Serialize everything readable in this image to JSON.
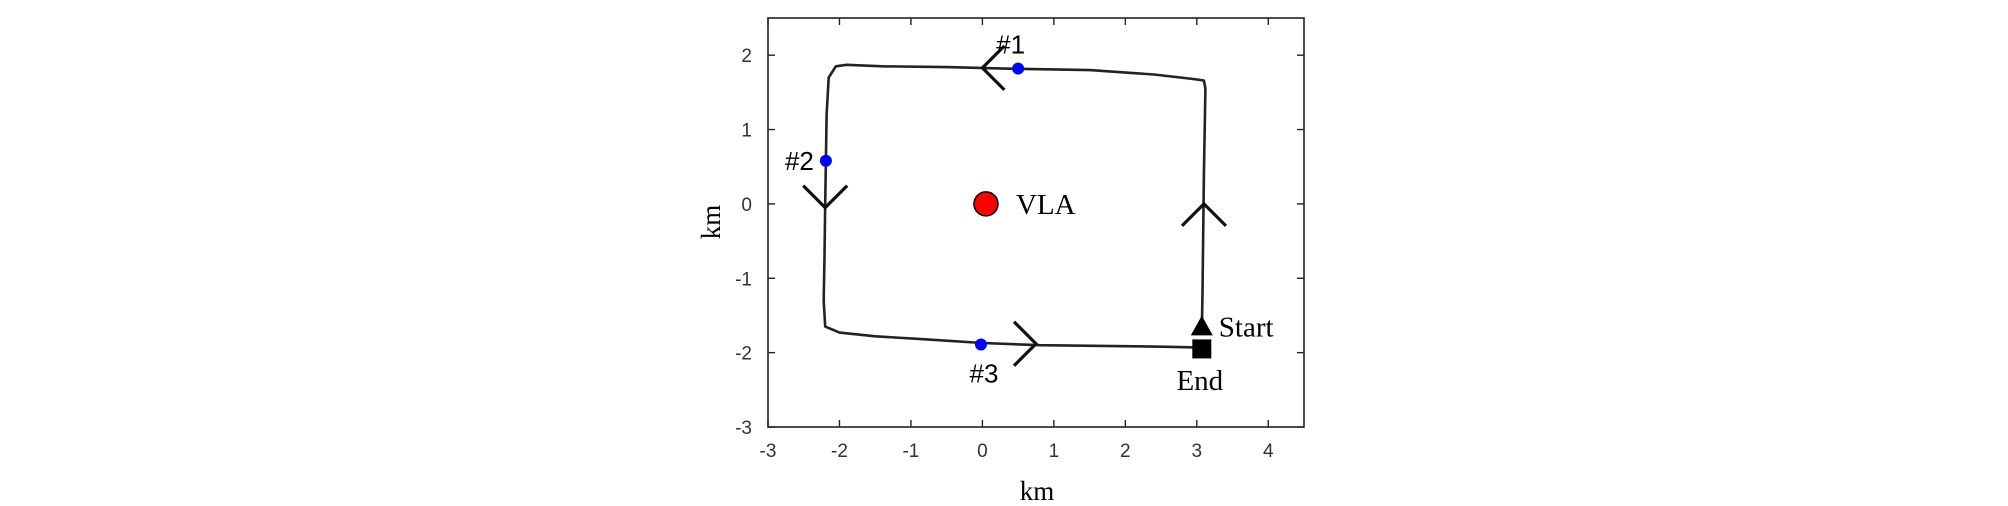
{
  "chart_data": {
    "type": "line",
    "title": "",
    "xlabel": "km",
    "ylabel": "km",
    "xlim": [
      -3,
      4.5
    ],
    "ylim": [
      -3,
      2.5
    ],
    "xticks": [
      -3,
      -2,
      -1,
      0,
      1,
      2,
      3,
      4
    ],
    "yticks": [
      -3,
      -2,
      -1,
      0,
      1,
      2
    ],
    "grid": false,
    "path": {
      "name": "",
      "color": "#222222",
      "points": [
        [
          3.07,
          -1.72
        ],
        [
          3.08,
          -1.2
        ],
        [
          3.09,
          -0.4
        ],
        [
          3.1,
          0.4
        ],
        [
          3.11,
          1.0
        ],
        [
          3.12,
          1.55
        ],
        [
          3.1,
          1.66
        ],
        [
          2.95,
          1.68
        ],
        [
          2.4,
          1.74
        ],
        [
          1.5,
          1.8
        ],
        [
          0.9,
          1.81
        ],
        [
          0.3,
          1.82
        ],
        [
          -0.5,
          1.84
        ],
        [
          -1.4,
          1.85
        ],
        [
          -1.9,
          1.87
        ],
        [
          -2.05,
          1.85
        ],
        [
          -2.15,
          1.7
        ],
        [
          -2.18,
          1.2
        ],
        [
          -2.19,
          0.58
        ],
        [
          -2.2,
          0.0
        ],
        [
          -2.21,
          -0.7
        ],
        [
          -2.22,
          -1.3
        ],
        [
          -2.2,
          -1.65
        ],
        [
          -2.0,
          -1.73
        ],
        [
          -1.5,
          -1.78
        ],
        [
          -0.8,
          -1.82
        ],
        [
          0.0,
          -1.87
        ],
        [
          0.8,
          -1.9
        ],
        [
          1.7,
          -1.91
        ],
        [
          2.5,
          -1.92
        ],
        [
          3.0,
          -1.93
        ],
        [
          3.07,
          -1.95
        ]
      ]
    },
    "direction_arrows": [
      {
        "x": 0.0,
        "y": 1.83,
        "direction": "left"
      },
      {
        "x": -2.2,
        "y": -0.05,
        "direction": "down"
      },
      {
        "x": 0.75,
        "y": -1.88,
        "direction": "right"
      },
      {
        "x": 3.1,
        "y": 0.0,
        "direction": "up"
      }
    ],
    "points": [
      {
        "label": "#1",
        "x": 0.5,
        "y": 1.82,
        "color": "#0000ff",
        "marker": "circle"
      },
      {
        "label": "#2",
        "x": -2.19,
        "y": 0.58,
        "color": "#0000ff",
        "marker": "circle"
      },
      {
        "label": "#3",
        "x": -0.02,
        "y": -1.89,
        "color": "#0000ff",
        "marker": "circle"
      }
    ],
    "landmarks": [
      {
        "label": "VLA",
        "x": 0.05,
        "y": 0.0,
        "color": "#ff0000",
        "marker": "circle"
      },
      {
        "label": "Start",
        "x": 3.07,
        "y": -1.65,
        "color": "#000000",
        "marker": "triangle"
      },
      {
        "label": "End",
        "x": 3.07,
        "y": -1.95,
        "color": "#000000",
        "marker": "square"
      }
    ]
  }
}
